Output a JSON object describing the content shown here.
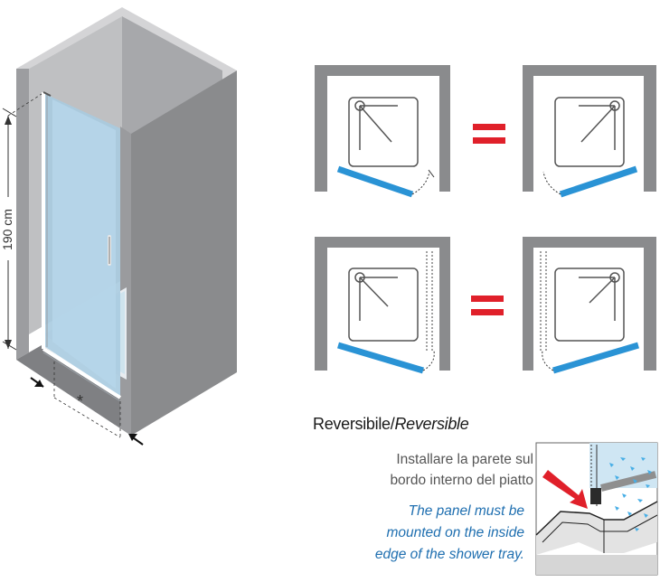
{
  "dimension": {
    "height_label": "190 cm",
    "width_marker": "*"
  },
  "reversible": {
    "label_it": "Reversibile",
    "separator": "/",
    "label_en": "Reversible"
  },
  "installation_note": {
    "it_lines": [
      "Installare la parete sul",
      "bordo interno del piatto"
    ],
    "en_lines": [
      "The panel must be",
      "mounted on the inside",
      "edge of the shower tray."
    ]
  },
  "colors": {
    "wall_gray": "#8a8b8d",
    "glass_blue": "#2a93d5",
    "equals_red": "#e0202a",
    "text_blue": "#1f6fb0"
  },
  "icons": [
    "shower-cabin-isometric-illustration",
    "shower-tray-plan-icon",
    "equals-sign-icon",
    "water-drop-icon",
    "arrow-icon"
  ]
}
